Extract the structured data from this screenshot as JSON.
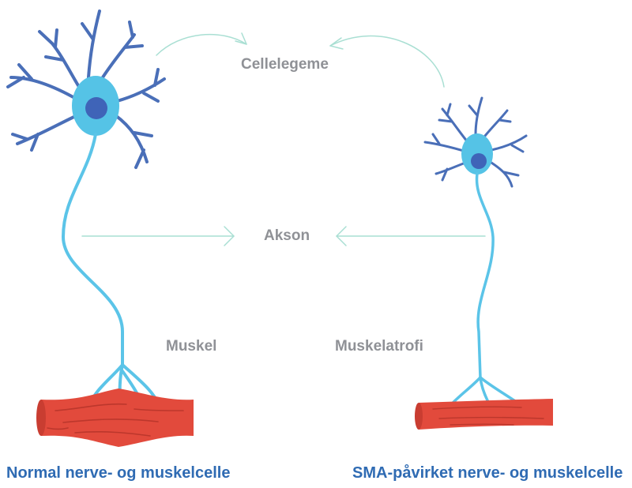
{
  "labels": {
    "cell_body": "Cellelegeme",
    "axon": "Akson",
    "muscle": "Muskel",
    "muscle_atrophy": "Muskelatrofi"
  },
  "captions": {
    "normal": "Normal nerve- og muskelcelle",
    "sma": "SMA-påvirket nerve- og muskelcelle"
  },
  "colors": {
    "dendrite": "#4a6fb8",
    "cell_body": "#55c3e6",
    "nucleus": "#3f64b8",
    "axon": "#5bc4e8",
    "muscle": "#e24a3c",
    "muscle_line": "#b8352b",
    "arrow": "#a9dfd3",
    "label": "#8f9196",
    "caption": "#2f6bb3"
  }
}
